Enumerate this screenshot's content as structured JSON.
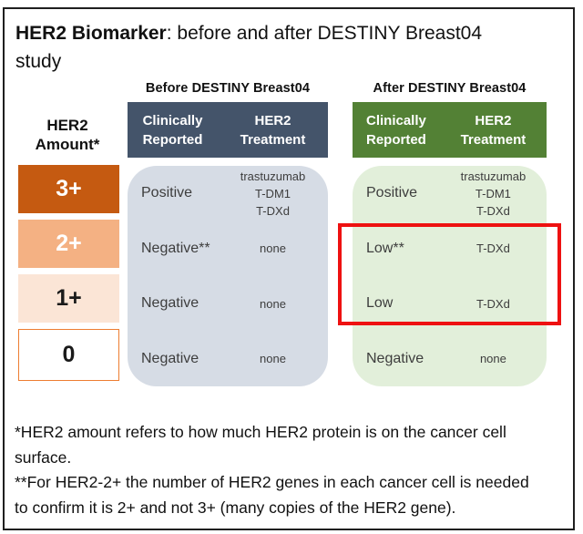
{
  "title": {
    "bold": "HER2 Biomarker",
    "rest": ": before and after DESTINY Breast04 study"
  },
  "legend": {
    "heading": "HER2\nAmount*",
    "boxes": [
      {
        "label": "3+",
        "fill": "#C55A11",
        "text_color": "#FFFFFF"
      },
      {
        "label": "2+",
        "fill": "#F4B183",
        "text_color": "#FFFFFF"
      },
      {
        "label": "1+",
        "fill": "#FBE5D6",
        "text_color": "#1A1A1A"
      },
      {
        "label": "0",
        "fill": "#FFFFFF",
        "text_color": "#1A1A1A",
        "border": "#ED7D31"
      }
    ]
  },
  "before": {
    "label": "Before DESTINY Breast04",
    "header_color": "#44546A",
    "body_color": "#D6DCE5",
    "header": {
      "col1": "Clinically\nReported",
      "col2": "HER2\nTreatment"
    },
    "rows": [
      {
        "reported": "Positive",
        "treatment": "trastuzumab\nT-DM1\nT-DXd"
      },
      {
        "reported": "Negative**",
        "treatment": "none"
      },
      {
        "reported": "Negative",
        "treatment": "none"
      },
      {
        "reported": "Negative",
        "treatment": "none"
      }
    ]
  },
  "after": {
    "label": "After DESTINY Breast04",
    "header_color": "#538135",
    "body_color": "#E2EFDA",
    "header": {
      "col1": "Clinically\nReported",
      "col2": "HER2\nTreatment"
    },
    "rows": [
      {
        "reported": "Positive",
        "treatment": "trastuzumab\nT-DM1\nT-DXd"
      },
      {
        "reported": "Low**",
        "treatment": "T-DXd"
      },
      {
        "reported": "Low",
        "treatment": "T-DXd"
      },
      {
        "reported": "Negative",
        "treatment": "none"
      }
    ]
  },
  "highlight": {
    "color": "#EE1111"
  },
  "footnotes": [
    "*HER2 amount refers to how much HER2 protein is on the cancer cell surface.",
    "**For HER2-2+ the number of HER2 genes in each cancer cell is needed to confirm it is 2+ and not 3+ (many copies of the HER2 gene)."
  ]
}
